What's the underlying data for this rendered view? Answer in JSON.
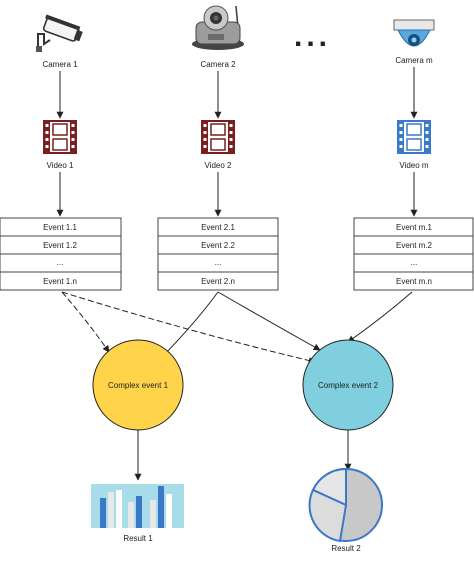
{
  "cameras": [
    {
      "label": "Camera 1",
      "icon": "security-camera-icon"
    },
    {
      "label": "Camera 2",
      "icon": "ptz-camera-icon"
    },
    {
      "label": "Camera m",
      "icon": "dome-camera-icon"
    }
  ],
  "ellipsis": "...",
  "videos": [
    {
      "label": "Video 1",
      "icon": "film-strip-icon",
      "color": "#7a1f1f"
    },
    {
      "label": "Video 2",
      "icon": "film-strip-icon",
      "color": "#7a1f1f"
    },
    {
      "label": "Video m",
      "icon": "film-strip-icon",
      "color": "#3a78c8"
    }
  ],
  "event_lists": [
    {
      "rows": [
        "Event 1.1",
        "Event 1.2",
        "...",
        "Event 1.n"
      ]
    },
    {
      "rows": [
        "Event 2.1",
        "Event 2.2",
        "...",
        "Event 2.n"
      ]
    },
    {
      "rows": [
        "Event m.1",
        "Event m.2",
        "...",
        "Event m.n"
      ]
    }
  ],
  "complex_events": [
    {
      "label": "Complex event 1",
      "color": "#ffd44a"
    },
    {
      "label": "Complex event 2",
      "color": "#7fcfdf"
    }
  ],
  "results": [
    {
      "label": "Result 1",
      "icon": "bar-chart-icon"
    },
    {
      "label": "Result 2",
      "icon": "pie-chart-icon"
    }
  ],
  "colors": {
    "line": "#222222",
    "table_border": "#444444"
  }
}
